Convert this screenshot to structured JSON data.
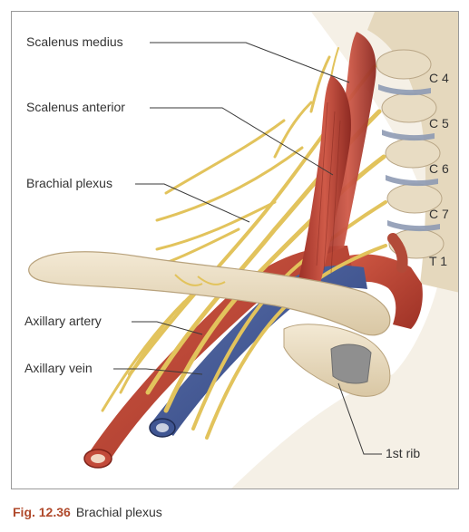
{
  "labels": {
    "scalenus_medius": "Scalenus medius",
    "scalenus_anterior": "Scalenus anterior",
    "brachial_plexus": "Brachial plexus",
    "axillary_artery": "Axillary artery",
    "axillary_vein": "Axillary vein",
    "first_rib": "1st rib"
  },
  "vertebrae": [
    "C 4",
    "C 5",
    "C 6",
    "C 7",
    "T 1"
  ],
  "caption": {
    "figure_number": "Fig. 12.36",
    "title": "Brachial plexus"
  },
  "colors": {
    "muscle": "#b8413a",
    "artery": "#c24a3a",
    "vein": "#3f5592",
    "nerve": "#e2c35c",
    "bone": "#eadcc0",
    "cartilage": "#8f8f8f",
    "accent": "#b04a2c"
  }
}
